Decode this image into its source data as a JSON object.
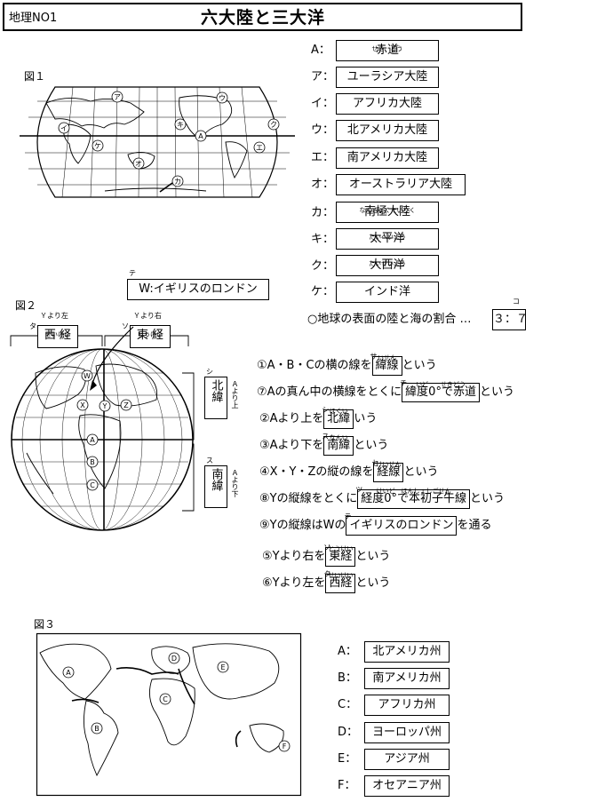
{
  "header": {
    "no": "地理NO1",
    "title": "六大陸と三大洋"
  },
  "fig1": {
    "label": "図１",
    "map_markers": [
      "ア",
      "イ",
      "ウ",
      "エ",
      "オ",
      "カ",
      "キ",
      "ク",
      "A"
    ],
    "answers": [
      {
        "key": "A：",
        "value": "赤道",
        "ruby": "せき　どう"
      },
      {
        "key": "ア：",
        "value": "ユーラシア大陸"
      },
      {
        "key": "イ：",
        "value": "アフリカ大陸"
      },
      {
        "key": "ウ：",
        "value": "北アメリカ大陸"
      },
      {
        "key": "エ：",
        "value": "南アメリカ大陸"
      },
      {
        "key": "オ：",
        "value": "オーストラリア大陸"
      },
      {
        "key": "カ：",
        "value": "南極大陸",
        "ruby": "なんきょくたいりく"
      },
      {
        "key": "キ：",
        "value": "太平洋",
        "ruby": "たいへいよう"
      },
      {
        "key": "ク：",
        "value": "大西洋",
        "ruby": "たいせいよう"
      },
      {
        "key": "ケ：",
        "value": "インド洋"
      }
    ],
    "ratio_label": "○地球の表面の陸と海の割合 …",
    "ratio_letter": "コ",
    "ratio_value": "３：７"
  },
  "fig2": {
    "label": "図２",
    "callout_letter": "テ",
    "callout": "W:イギリスのロンドン",
    "west": {
      "caption": "Ｙより左",
      "letter": "タ",
      "value": "西 経",
      "ruby": "せいけい"
    },
    "east": {
      "caption": "Ｙより右",
      "letter": "ソ",
      "value": "東 経",
      "ruby": "とうけい"
    },
    "north": {
      "letter": "シ",
      "value": "北緯",
      "ruby": "ほくい",
      "side": "Ａより上"
    },
    "south": {
      "letter": "ス",
      "value": "南緯",
      "ruby": "なんい",
      "side": "Ａより下"
    },
    "markers": [
      "W",
      "X",
      "Y",
      "Z",
      "A",
      "B",
      "C"
    ],
    "statements": [
      {
        "pre": "①A・B・Cの横の線を",
        "letter": "サ",
        "ruby": "いせん",
        "ans": "緯線",
        "post": "という"
      },
      {
        "pre": "⑦Aの真ん中の横線をとくに",
        "letter": "チ",
        "ruby": "いど　　せきどう",
        "ans": "緯度0°で赤道",
        "post": "という"
      },
      {
        "pre": "②Aより上を",
        "letter": "シ",
        "ruby": "ほくい",
        "ans": "北緯",
        "post": "いう"
      },
      {
        "pre": "③Aより下を",
        "letter": "ス",
        "ruby": "なんい",
        "ans": "南緯",
        "post": "という"
      },
      {
        "pre": "④X・Y・Zの縦の線を",
        "letter": "セ",
        "ruby": "けいせん",
        "ans": "経線",
        "post": "という"
      },
      {
        "pre": "⑧Yの縦線をとくに",
        "letter": "ツ",
        "ruby": "けいど　ほんしょしごせん",
        "ans": "経度0°で本初子午線",
        "post": "という"
      },
      {
        "pre": "⑨Yの縦線はWの",
        "letter": "テ",
        "ruby": "",
        "ans": "イギリスのロンドン",
        "post": "を通る"
      },
      {
        "pre": "⑤Yより右を",
        "letter": "ソ",
        "ruby": "とうけい",
        "ans": "東経",
        "post": "という"
      },
      {
        "pre": "⑥Yより左を",
        "letter": "タ",
        "ruby": "せいけい",
        "ans": "西経",
        "post": "という"
      }
    ]
  },
  "fig3": {
    "label": "図３",
    "map_markers": [
      "A",
      "B",
      "C",
      "D",
      "E",
      "F"
    ],
    "answers": [
      {
        "key": "A：",
        "value": "北アメリカ州"
      },
      {
        "key": "B：",
        "value": "南アメリカ州"
      },
      {
        "key": "C：",
        "value": "アフリカ州"
      },
      {
        "key": "D：",
        "value": "ヨーロッパ州"
      },
      {
        "key": "E：",
        "value": "アジア州"
      },
      {
        "key": "F：",
        "value": "オセアニア州"
      }
    ]
  }
}
